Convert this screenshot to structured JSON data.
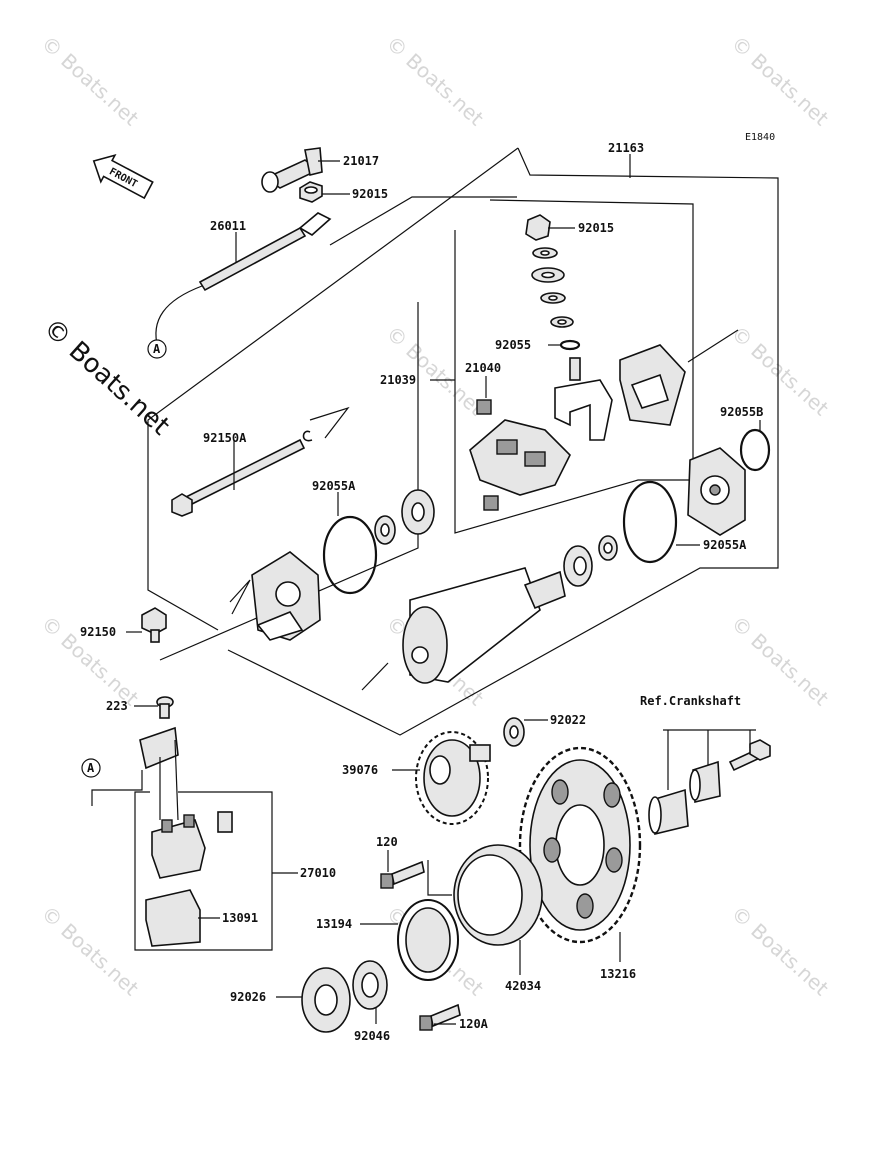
{
  "diagram_code": "E1840",
  "front_label": "FRONT",
  "connector_label": "A",
  "reference_label": "Ref.Crankshaft",
  "watermark_text": "© Boats.net",
  "parts": {
    "p21017": "21017",
    "p92015_top": "92015",
    "p26011": "26011",
    "p21163": "21163",
    "p92015_mid": "92015",
    "p92055": "92055",
    "p21040": "21040",
    "p21039": "21039",
    "p92055B": "92055B",
    "p92150A": "92150A",
    "p92055A_left": "92055A",
    "p92055A_right": "92055A",
    "p92150": "92150",
    "p223": "223",
    "p92022": "92022",
    "p39076": "39076",
    "p27010": "27010",
    "p120": "120",
    "p13091": "13091",
    "p13194": "13194",
    "p42034": "42034",
    "p13216": "13216",
    "p92026": "92026",
    "p92046": "92046",
    "p120A": "120A"
  },
  "colors": {
    "line": "#111111",
    "watermark": "#d6d6d6",
    "part_fill": "#e6e6e6"
  }
}
